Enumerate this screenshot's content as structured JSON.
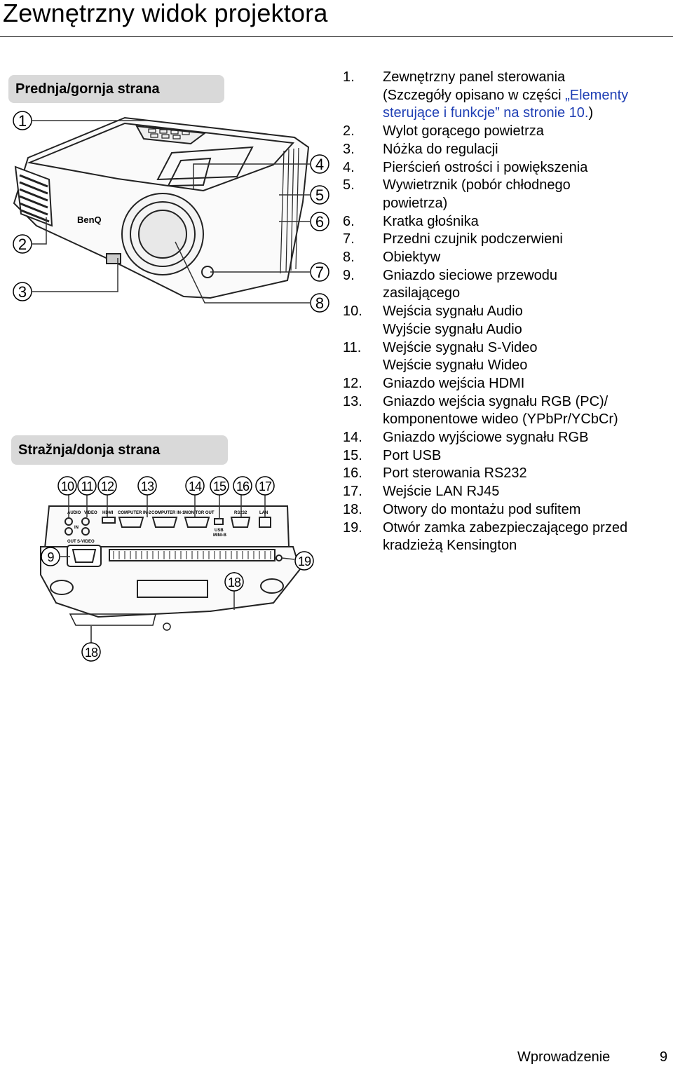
{
  "page": {
    "title": "Zewnętrzny widok projektora",
    "footer_section": "Wprowadzenie",
    "footer_page": "9"
  },
  "sections": {
    "top": "Prednja/gornja strana",
    "back": "Stražnja/donja strana"
  },
  "callouts_top": [
    "1",
    "2",
    "3",
    "4",
    "5",
    "6",
    "7",
    "8"
  ],
  "callouts_back": [
    "10",
    "11",
    "12",
    "13",
    "14",
    "15",
    "16",
    "17",
    "9",
    "19",
    "18",
    "18"
  ],
  "projector_brand": "BenQ",
  "port_labels": {
    "audio": "AUDIO",
    "video": "VIDEO",
    "in": "IN",
    "out": "OUT",
    "s_video": "S-VIDEO",
    "hdmi": "HDMI",
    "computer_in2": "COMPUTER IN-2",
    "computer_in1": "COMPUTER IN-1",
    "monitor_out": "MONITOR OUT",
    "usb": "USB",
    "mini_b": "MINI-B",
    "rs232": "RS232",
    "lan": "LAN"
  },
  "parts": [
    {
      "num": "1.",
      "lines": [
        "Zewnętrzny panel sterowania"
      ],
      "detail_prefix": "(Szczegóły opisano w części ",
      "detail_link": "„Elementy sterujące i funkcje” na stronie 10.",
      "detail_suffix": ")"
    },
    {
      "num": "2.",
      "lines": [
        "Wylot gorącego powietrza"
      ]
    },
    {
      "num": "3.",
      "lines": [
        "Nóżka do regulacji"
      ]
    },
    {
      "num": "4.",
      "lines": [
        "Pierścień ostrości i powiększenia"
      ]
    },
    {
      "num": "5.",
      "lines": [
        "Wywietrznik (pobór chłodnego",
        "powietrza)"
      ]
    },
    {
      "num": "6.",
      "lines": [
        "Kratka głośnika"
      ]
    },
    {
      "num": "7.",
      "lines": [
        "Przedni czujnik podczerwieni"
      ]
    },
    {
      "num": "8.",
      "lines": [
        "Obiektyw"
      ]
    },
    {
      "num": "9.",
      "lines": [
        "Gniazdo sieciowe przewodu",
        "zasilającego"
      ]
    },
    {
      "num": "10.",
      "lines": [
        "Wejścia sygnału Audio",
        "Wyjście sygnału Audio"
      ]
    },
    {
      "num": "11.",
      "lines": [
        "Wejście sygnału S-Video",
        "Wejście sygnału Wideo"
      ]
    },
    {
      "num": "12.",
      "lines": [
        "Gniazdo wejścia HDMI"
      ]
    },
    {
      "num": "13.",
      "lines": [
        "Gniazdo wejścia sygnału RGB (PC)/",
        "komponentowe wideo (YPbPr/YCbCr)"
      ]
    },
    {
      "num": "14.",
      "lines": [
        "Gniazdo wyjściowe sygnału RGB"
      ]
    },
    {
      "num": "15.",
      "lines": [
        "Port USB"
      ]
    },
    {
      "num": "16.",
      "lines": [
        "Port sterowania RS232"
      ]
    },
    {
      "num": "17.",
      "lines": [
        "Wejście LAN RJ45"
      ]
    },
    {
      "num": "18.",
      "lines": [
        "Otwory do montażu pod sufitem"
      ]
    },
    {
      "num": "19.",
      "lines": [
        "Otwór zamka zabezpieczającego przed",
        "kradzieżą Kensington"
      ]
    }
  ]
}
